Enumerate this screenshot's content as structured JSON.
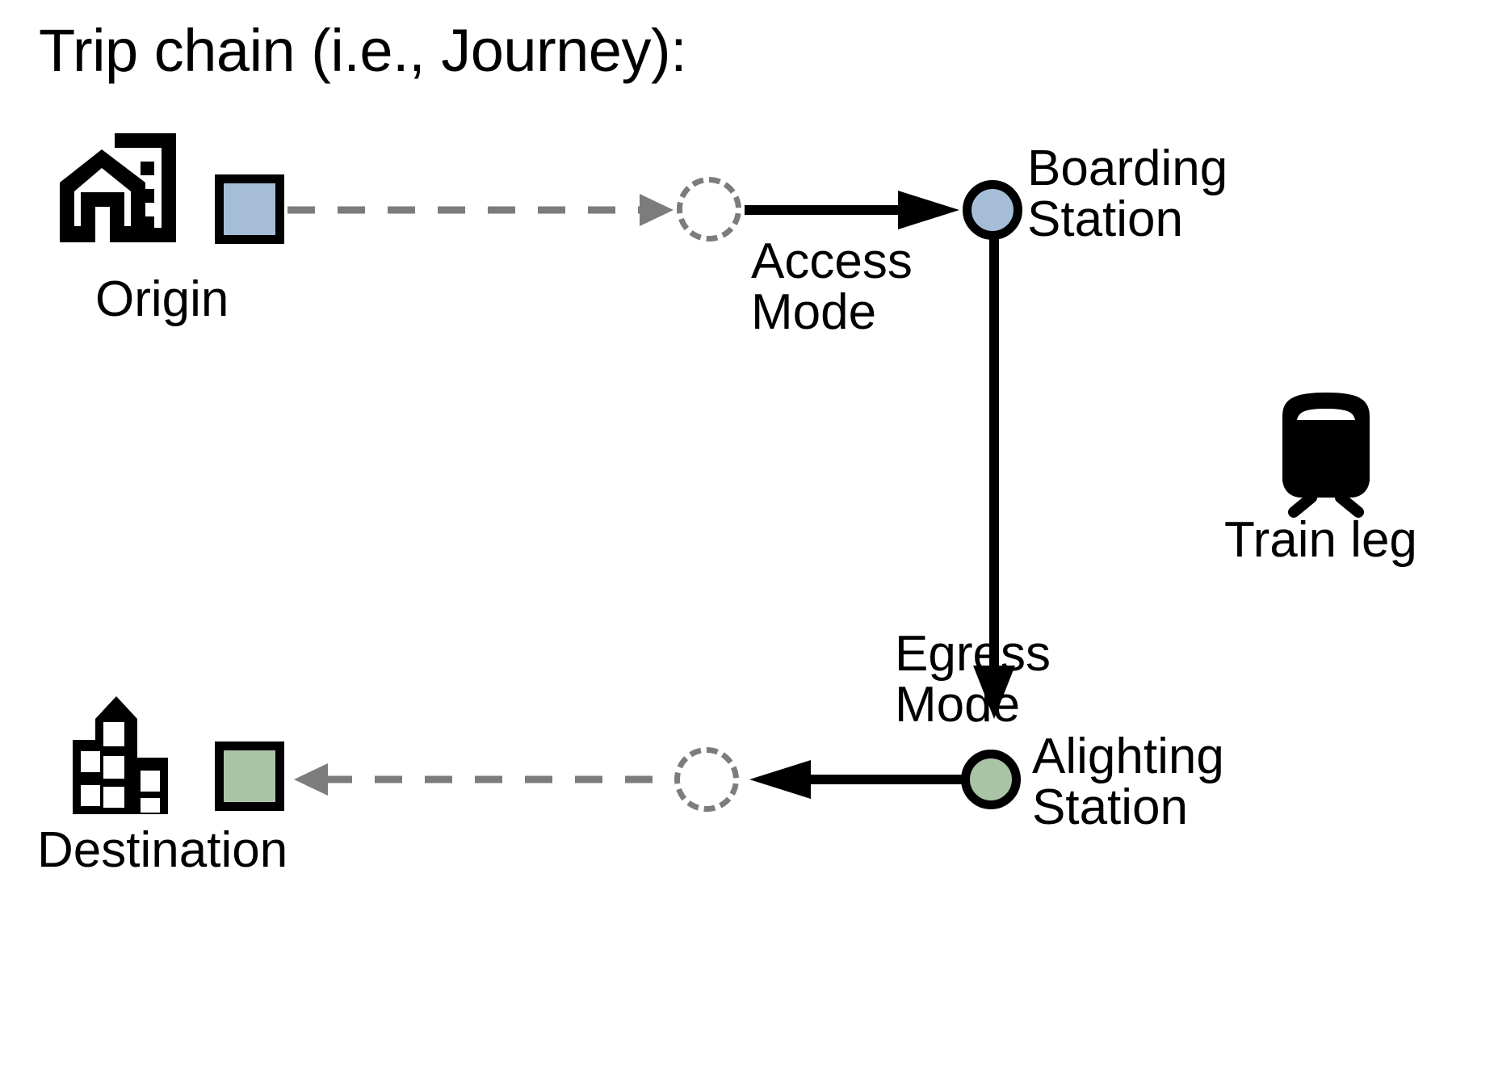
{
  "title": "Trip chain (i.e., Journey):",
  "nodes": {
    "origin": {
      "label": "Origin",
      "icon": "house-building-icon",
      "swatch_color": "#a5bdd6"
    },
    "destination": {
      "label": "Destination",
      "icon": "city-building-icon",
      "swatch_color": "#a9c3a5"
    },
    "boarding_station": {
      "label_line1": "Boarding",
      "label_line2": "Station",
      "color": "#a5bdd6"
    },
    "alighting_station": {
      "label_line1": "Alighting",
      "label_line2": "Station",
      "color": "#a9c3a5"
    }
  },
  "edges": {
    "access": {
      "label_line1": "Access",
      "label_line2": "Mode",
      "dashed_color": "#7c7c7c",
      "solid_color": "#000000"
    },
    "train": {
      "label": "Train leg",
      "icon": "train-icon",
      "color": "#000000"
    },
    "egress": {
      "label_line1": "Egress",
      "label_line2": "Mode",
      "dashed_color": "#7c7c7c",
      "solid_color": "#000000"
    }
  }
}
